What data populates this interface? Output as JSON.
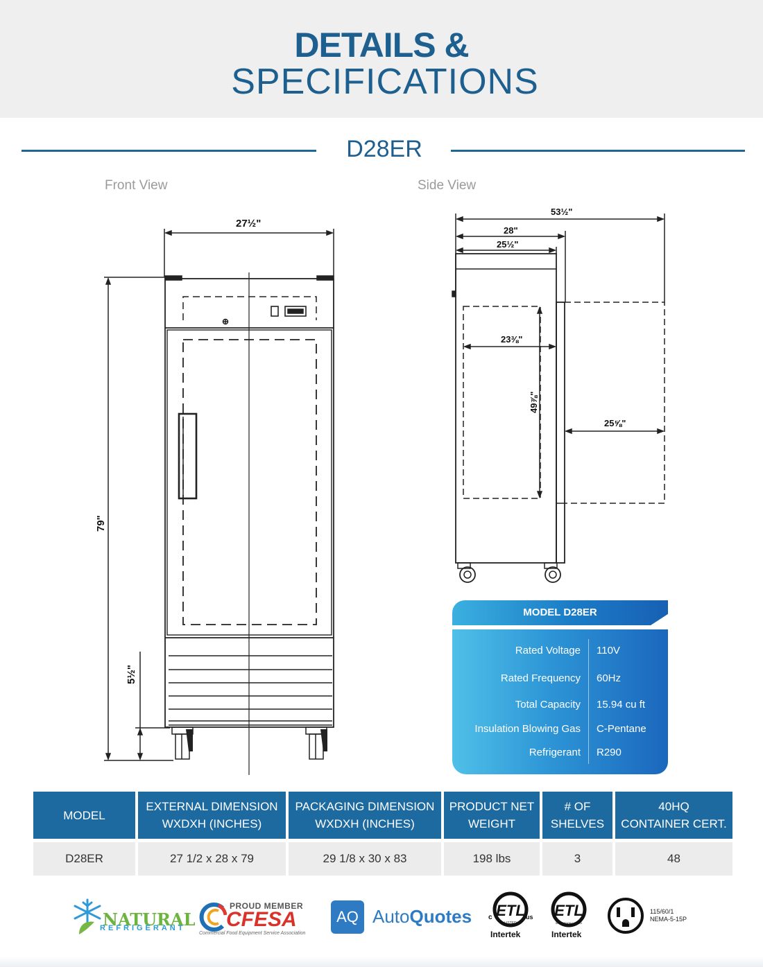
{
  "header": {
    "title_line1": "DETAILS &",
    "title_line2": "SPECIFICATIONS"
  },
  "model_heading": "D28ER",
  "views": {
    "front_label": "Front View",
    "side_label": "Side View"
  },
  "front_dimensions": {
    "width": "27½\"",
    "height": "79\"",
    "base": "5½\""
  },
  "side_dimensions": {
    "total_depth": "53½\"",
    "depth": "28\"",
    "body_depth": "25½\"",
    "interior_depth": "23⅜\"",
    "interior_height": "49⅞\"",
    "door_swing": "25⅝\""
  },
  "spec_panel": {
    "title": "MODEL D28ER",
    "rows": [
      {
        "label": "Rated  Voltage",
        "value": "110V"
      },
      {
        "label": "Rated  Frequency",
        "value": "60Hz"
      },
      {
        "label": "Total Capacity",
        "value": "15.94 cu ft"
      },
      {
        "label": "Insulation Blowing Gas",
        "value": "C-Pentane"
      },
      {
        "label": "Refrigerant",
        "value": "R290"
      }
    ]
  },
  "table": {
    "headers": [
      [
        "MODEL"
      ],
      [
        "EXTERNAL DIMENSION",
        "WXDXH (INCHES)"
      ],
      [
        "PACKAGING DIMENSION",
        "WXDXH (INCHES)"
      ],
      [
        "PRODUCT NET",
        "WEIGHT"
      ],
      [
        "# OF",
        "SHELVES"
      ],
      [
        "40HQ",
        "CONTAINER CERT."
      ]
    ],
    "row": [
      "D28ER",
      "27 1/2 x 28  x 79",
      "29 1/8 x 30 x 83",
      "198 lbs",
      "3",
      "48"
    ]
  },
  "logos": {
    "natural_line1": "NATURAL",
    "natural_line2": "REFRIGERANT",
    "cfesa_top": "PROUD MEMBER",
    "cfesa_main": "CFESA",
    "cfesa_sub": "Commercial Food Equipment Service Association",
    "aq_badge": "AQ",
    "autoquotes_a": "Auto",
    "autoquotes_b": "Quotes",
    "etl_mark": "ETL",
    "etl_c": "c",
    "etl_us": "us",
    "etl_listed": "LISTED",
    "etl_sanitation": "SANITATION LISTED",
    "intertek_1": "Intertek",
    "intertek_2": "Intertek",
    "plug_line1": "115/60/1",
    "plug_line2": "NEMA-5-15P"
  },
  "colors": {
    "brand_blue": "#1d5f8f",
    "table_header": "#1c6aa0",
    "panel_light": "#4fc0e8",
    "panel_dark": "#1b67bd"
  }
}
